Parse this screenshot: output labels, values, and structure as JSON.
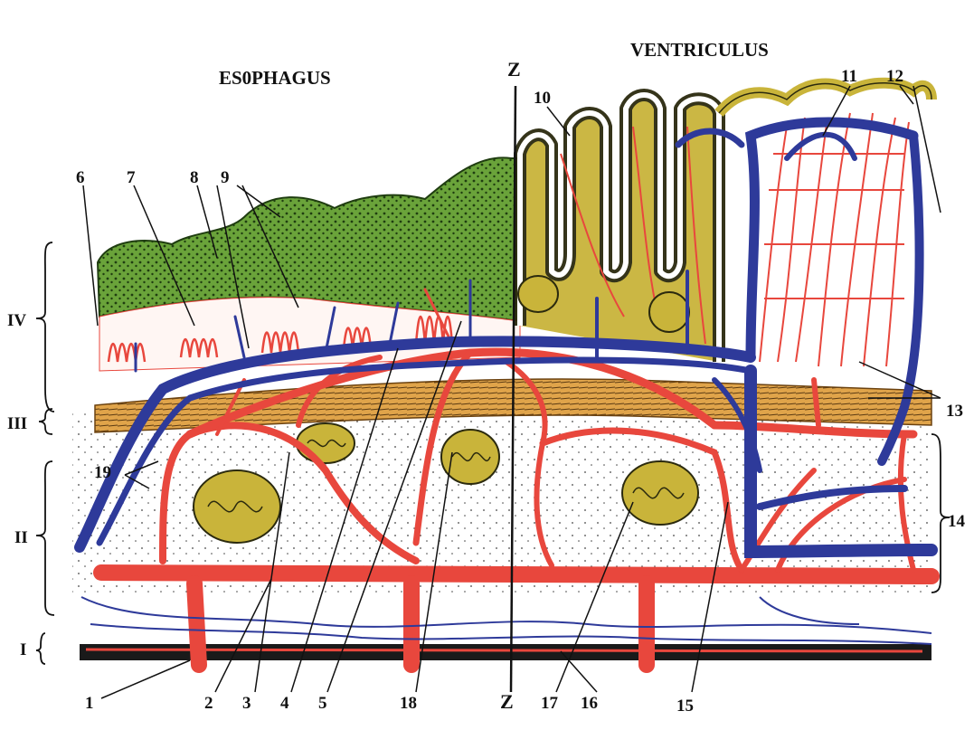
{
  "titles": {
    "esophagus": "ES0PHAGUS",
    "ventriculus": "VENTRICULUS",
    "z_top": "Z",
    "z_bottom": "Z"
  },
  "layers": {
    "iv": "IV",
    "iii": "III",
    "ii": "II",
    "i": "I"
  },
  "labels": {
    "n1": "1",
    "n2": "2",
    "n3": "3",
    "n4": "4",
    "n5": "5",
    "n6": "6",
    "n7": "7",
    "n8": "8",
    "n9": "9",
    "n10": "10",
    "n11": "11",
    "n12": "12",
    "n13": "13",
    "n14": "14",
    "n15": "15",
    "n16": "16",
    "n17": "17",
    "n18": "18",
    "n19": "19"
  },
  "colors": {
    "artery": "#e8473d",
    "vein": "#2e3a9a",
    "epithelium": "#5f9a34",
    "gland": "#b9a92a",
    "muscle": "#d89a3a",
    "serosa": "#111111"
  }
}
